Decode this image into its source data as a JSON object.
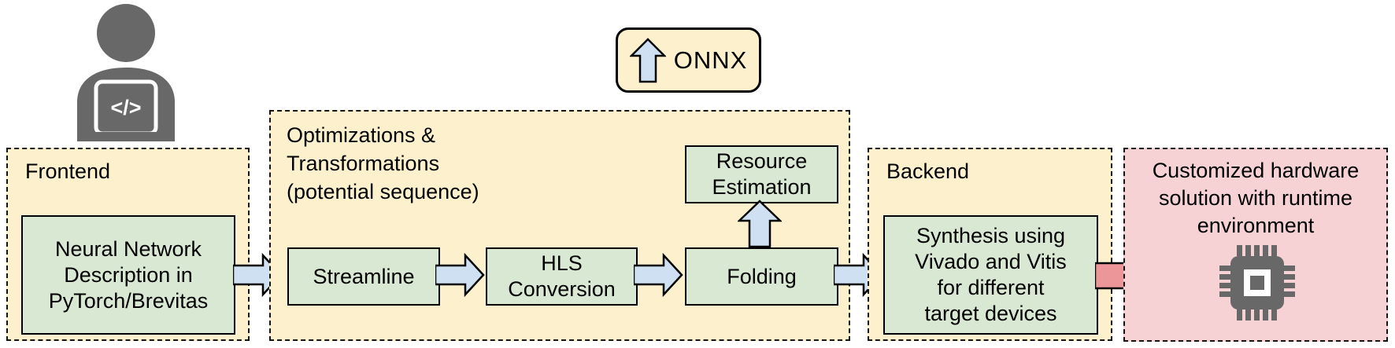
{
  "person": {
    "icon": "developer-at-laptop",
    "laptop_glyph": "</>"
  },
  "onnx_badge": {
    "label": "ONNX",
    "icon": "up-arrow"
  },
  "frontend": {
    "title": "Frontend",
    "box_lines": [
      "Neural Network",
      "Description in",
      "PyTorch/Brevitas"
    ]
  },
  "optimizations": {
    "title_lines": [
      "Optimizations &",
      "Transformations",
      "(potential sequence)"
    ],
    "steps": [
      {
        "lines": [
          "Streamline"
        ]
      },
      {
        "lines": [
          "HLS",
          "Conversion"
        ]
      },
      {
        "lines": [
          "Folding"
        ]
      }
    ],
    "resource_lines": [
      "Resource",
      "Estimation"
    ]
  },
  "backend": {
    "title": "Backend",
    "box_lines": [
      "Synthesis using",
      "Vivado and Vitis",
      "for different",
      "target devices"
    ]
  },
  "output": {
    "box_lines": [
      "Customized hardware",
      "solution with runtime",
      "environment"
    ],
    "icon": "chip-icon"
  },
  "colors": {
    "panel_yellow": "#fdf1cd",
    "box_green": "#d9e8d3",
    "arrow_blue": "#cfe0f2",
    "panel_pink": "#f6d2d4",
    "arrow_red": "#ec9699",
    "icon_gray": "#686868",
    "outline": "#000000"
  }
}
